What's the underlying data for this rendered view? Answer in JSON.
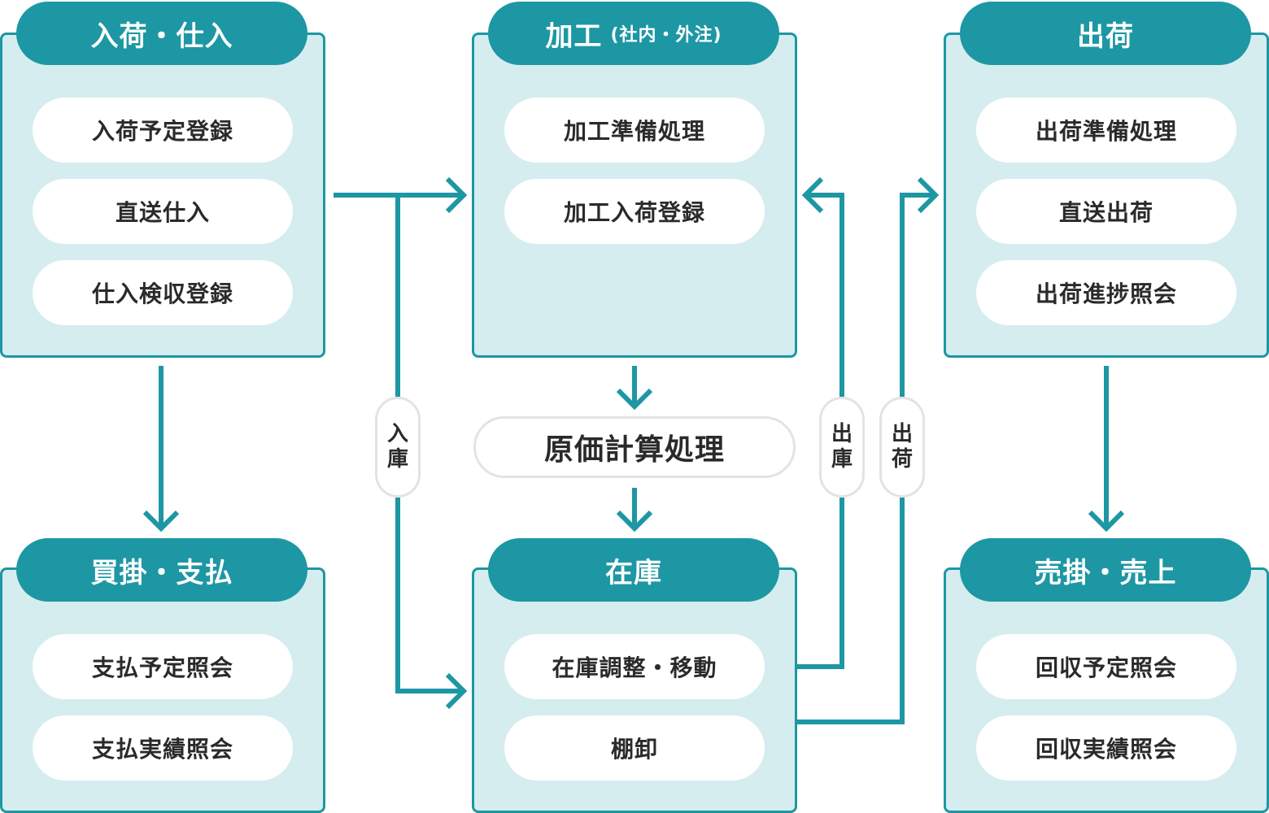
{
  "colors": {
    "accent": "#1d97a3",
    "panel": "#d6edf0",
    "pill": "#ffffff",
    "text": "#2a2a2a",
    "label_border": "#e3e3e3"
  },
  "boxes": {
    "receiving": {
      "title": "入荷・仕入",
      "items": [
        "入荷予定登録",
        "直送仕入",
        "仕入検収登録"
      ]
    },
    "processing": {
      "title": "加工",
      "subtitle": "(社内・外注)",
      "items": [
        "加工準備処理",
        "加工入荷登録"
      ]
    },
    "shipping": {
      "title": "出荷",
      "items": [
        "出荷準備処理",
        "直送出荷",
        "出荷進捗照会"
      ]
    },
    "payables": {
      "title": "買掛・支払",
      "items": [
        "支払予定照会",
        "支払実績照会"
      ]
    },
    "inventory": {
      "title": "在庫",
      "items": [
        "在庫調整・移動",
        "棚卸"
      ]
    },
    "receivables": {
      "title": "売掛・売上",
      "items": [
        "回収予定照会",
        "回収実績照会"
      ]
    }
  },
  "cost_process": "原価計算処理",
  "flow_labels": {
    "stock_in": [
      "入",
      "庫"
    ],
    "stock_out": [
      "出",
      "庫"
    ],
    "ship": [
      "出",
      "荷"
    ]
  }
}
